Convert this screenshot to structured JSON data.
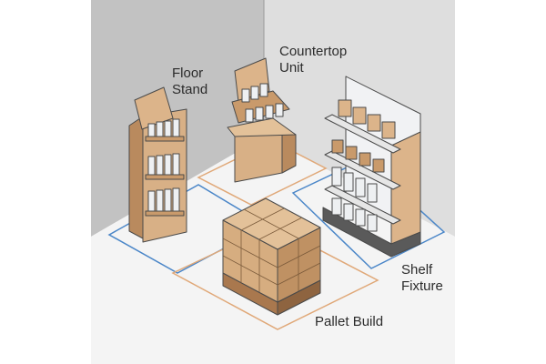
{
  "labels": {
    "floor_stand": "Floor\nStand",
    "countertop_unit": "Countertop\nUnit",
    "shelf_fixture": "Shelf\nFixture",
    "pallet_build": "Pallet Build"
  },
  "colors": {
    "wall_left": "#bdbdbd",
    "wall_right": "#dcdcdc",
    "floor": "#f2f2f2",
    "cardboard_light": "#dcb48a",
    "cardboard_mid": "#c99a6b",
    "cardboard_dark": "#a9784e",
    "product_white": "#eef0f2",
    "fixture_white": "#f1f2f4",
    "outline": "#4a4a4a",
    "zone_blue": "#4a86c8",
    "zone_orange": "#e0a878"
  }
}
